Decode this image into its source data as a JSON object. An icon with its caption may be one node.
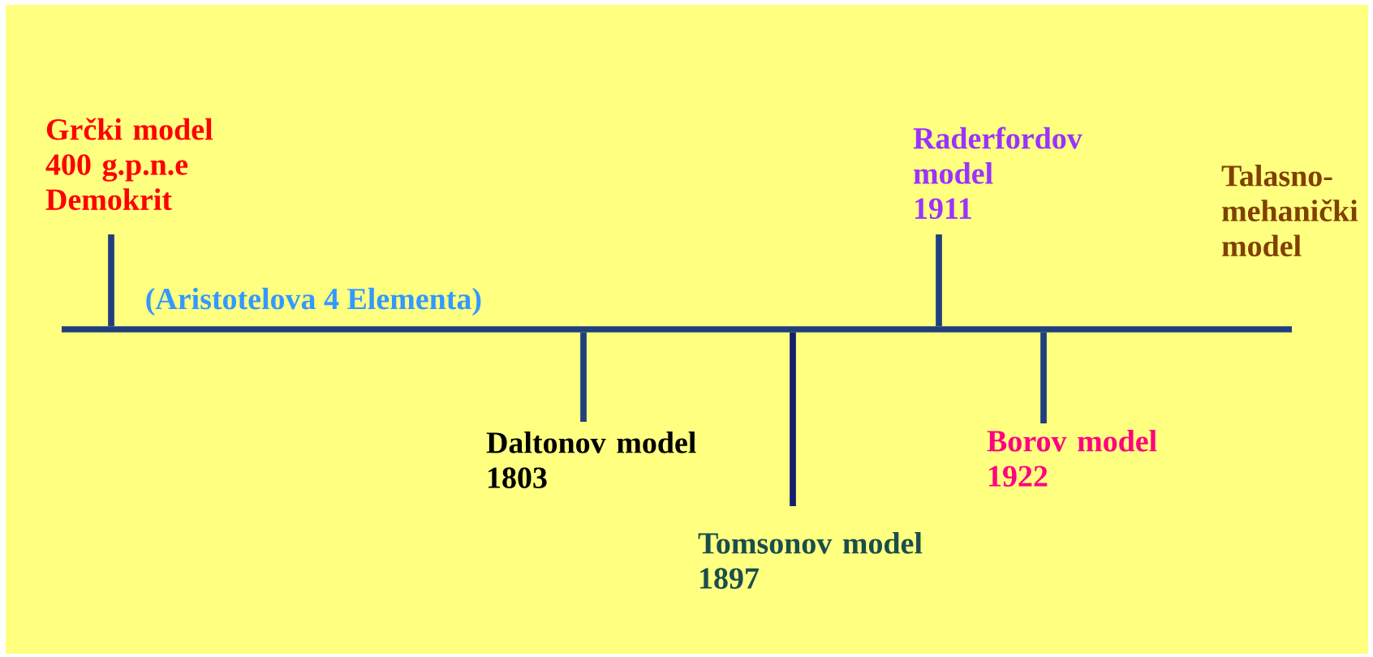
{
  "diagram": {
    "nodes": [
      {
        "text": [
          "Grčki model",
          "400 g.p.n.e",
          "Demokrit"
        ]
      },
      {
        "text": [
          "Raderfordov model",
          "1911"
        ]
      },
      {
        "text": [
          "Talasno- mehanički model"
        ]
      },
      {
        "text": [
          "Daltonov model",
          "1803"
        ]
      },
      {
        "text": [
          "Borov model",
          "1922"
        ]
      },
      {
        "text": [
          "Tomsonov model",
          "1897"
        ]
      },
      {
        "text": [],
        "shape": "bar"
      }
    ],
    "edges": [
      {
        "from": 6,
        "to": 0,
        "arrow": "none"
      },
      {
        "from": 6,
        "to": 1,
        "arrow": "none"
      },
      {
        "from": 6,
        "to": 3,
        "arrow": "none"
      },
      {
        "from": 6,
        "to": 4,
        "arrow": "none"
      },
      {
        "from": 6,
        "to": 5,
        "arrow": "none",
        "color": "#14206e"
      }
    ],
    "labels": [
      "(Aristotelova 4 Elementa)"
    ]
  }
}
